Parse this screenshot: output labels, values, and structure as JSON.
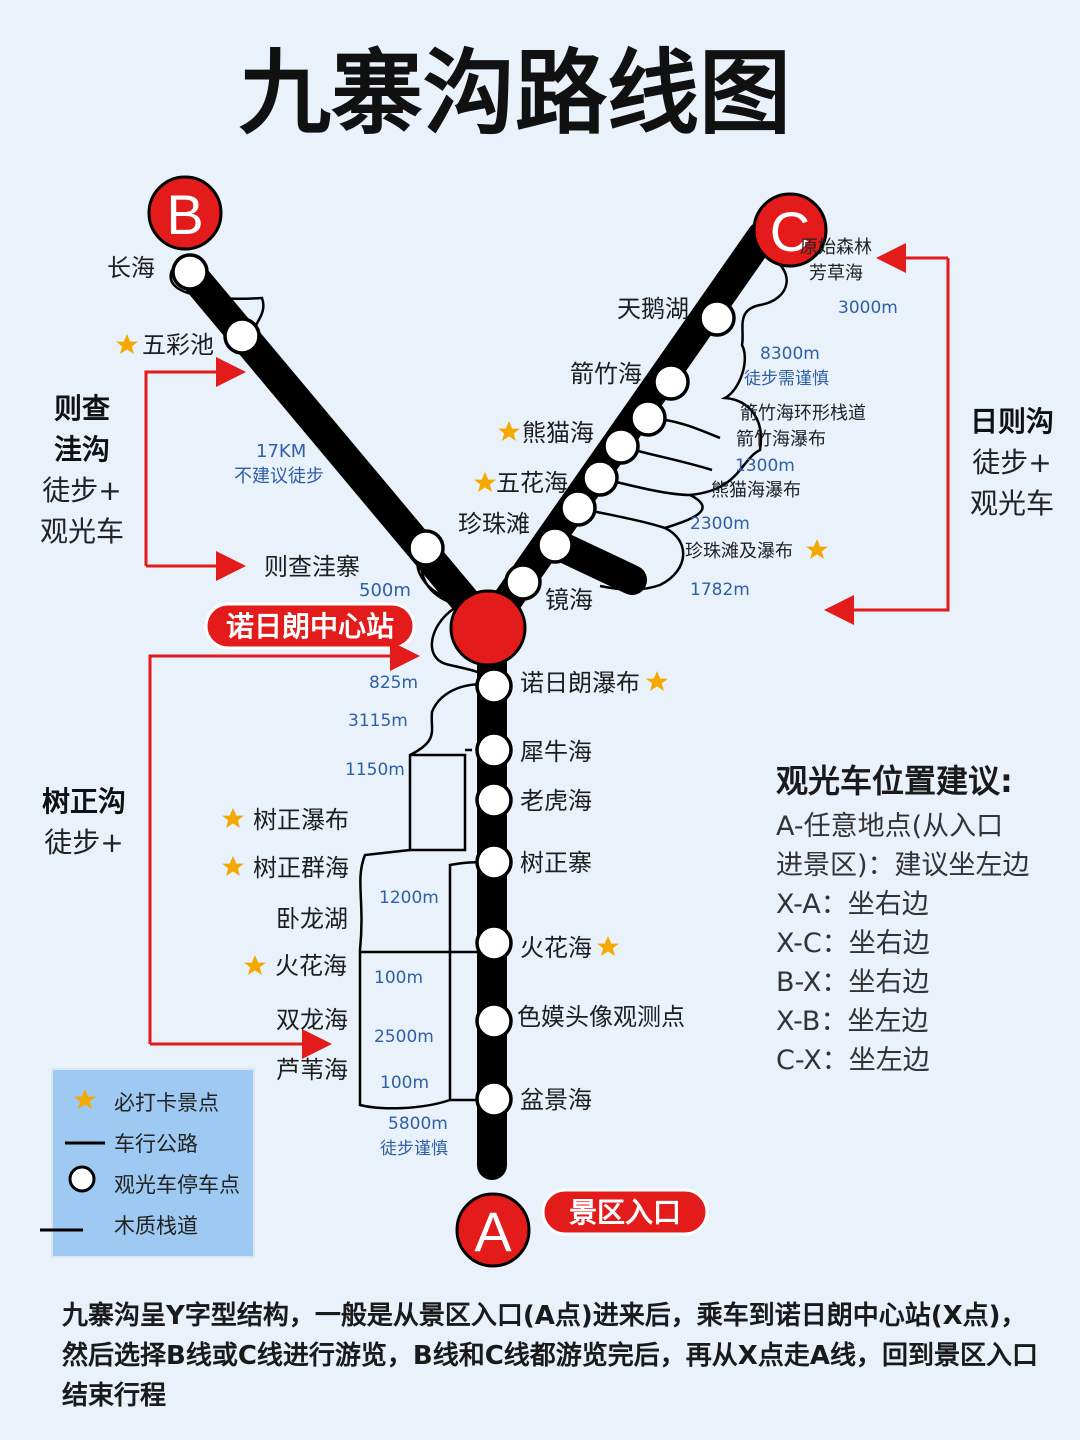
{
  "title": "九寨沟路线图",
  "points": {
    "A": "A",
    "B": "B",
    "C": "C"
  },
  "center_station": "诺日朗中心站",
  "entrance": "景区入口",
  "line_b": {
    "stops": [
      "长海",
      "五彩池",
      "则查洼寨"
    ],
    "star_stops": [
      "五彩池"
    ],
    "distance": "17KM",
    "distance_note": "不建议徒步",
    "segment": "500m"
  },
  "line_c": {
    "stops": [
      "天鹅湖",
      "箭竹海",
      "熊猫海",
      "五花海",
      "珍珠滩",
      "镜海"
    ],
    "top_notes": [
      "原始森林",
      "芳草海"
    ],
    "right_notes": [
      "箭竹海环形栈道",
      "箭竹海瀑布",
      "熊猫海瀑布",
      "珍珠滩及瀑布"
    ],
    "distances": [
      "3000m",
      "8300m",
      "徒步需谨慎",
      "1300m",
      "2300m",
      "1782m"
    ]
  },
  "line_a": {
    "right_stops": [
      "诺日朗瀑布",
      "犀牛海",
      "老虎海",
      "树正寨",
      "火花海",
      "色嫫头像观测点",
      "盆景海"
    ],
    "left_stops": [
      "树正瀑布",
      "树正群海",
      "卧龙湖",
      "火花海",
      "双龙海",
      "芦苇海"
    ],
    "distances": [
      "825m",
      "3115m",
      "1150m",
      "1200m",
      "100m",
      "2500m",
      "100m",
      "5800m",
      "徒步谨慎"
    ]
  },
  "side_labels": {
    "zecha": [
      "则查",
      "洼沟",
      "徒步+",
      "观光车"
    ],
    "rize": [
      "日则沟",
      "徒步+",
      "观光车"
    ],
    "shuzheng": [
      "树正沟",
      "徒步+"
    ]
  },
  "advice": {
    "title": "观光车位置建议:",
    "lines": [
      "A-任意地点(从入口",
      "进景区)：建议坐左边",
      "X-A：坐右边",
      "X-C：坐右边",
      "B-X：坐右边",
      "X-B：坐左边",
      "C-X：坐左边"
    ]
  },
  "legend": {
    "items": [
      "必打卡景点",
      "车行公路",
      "观光车停车点",
      "木质栈道"
    ]
  },
  "summary": "九寨沟呈Y字型结构，一般是从景区入口(A点)进来后，乘车到诺日朗中心站(X点)，然后选择B线或C线进行游览，B线和C线都游览完后，再从X点走A线，回到景区入口结束行程",
  "colors": {
    "accent": "#e31b1b",
    "star": "#f5a800",
    "route": "#000000",
    "blue_text": "#2f5fa6",
    "legend_bg": "#9ec9f2"
  }
}
